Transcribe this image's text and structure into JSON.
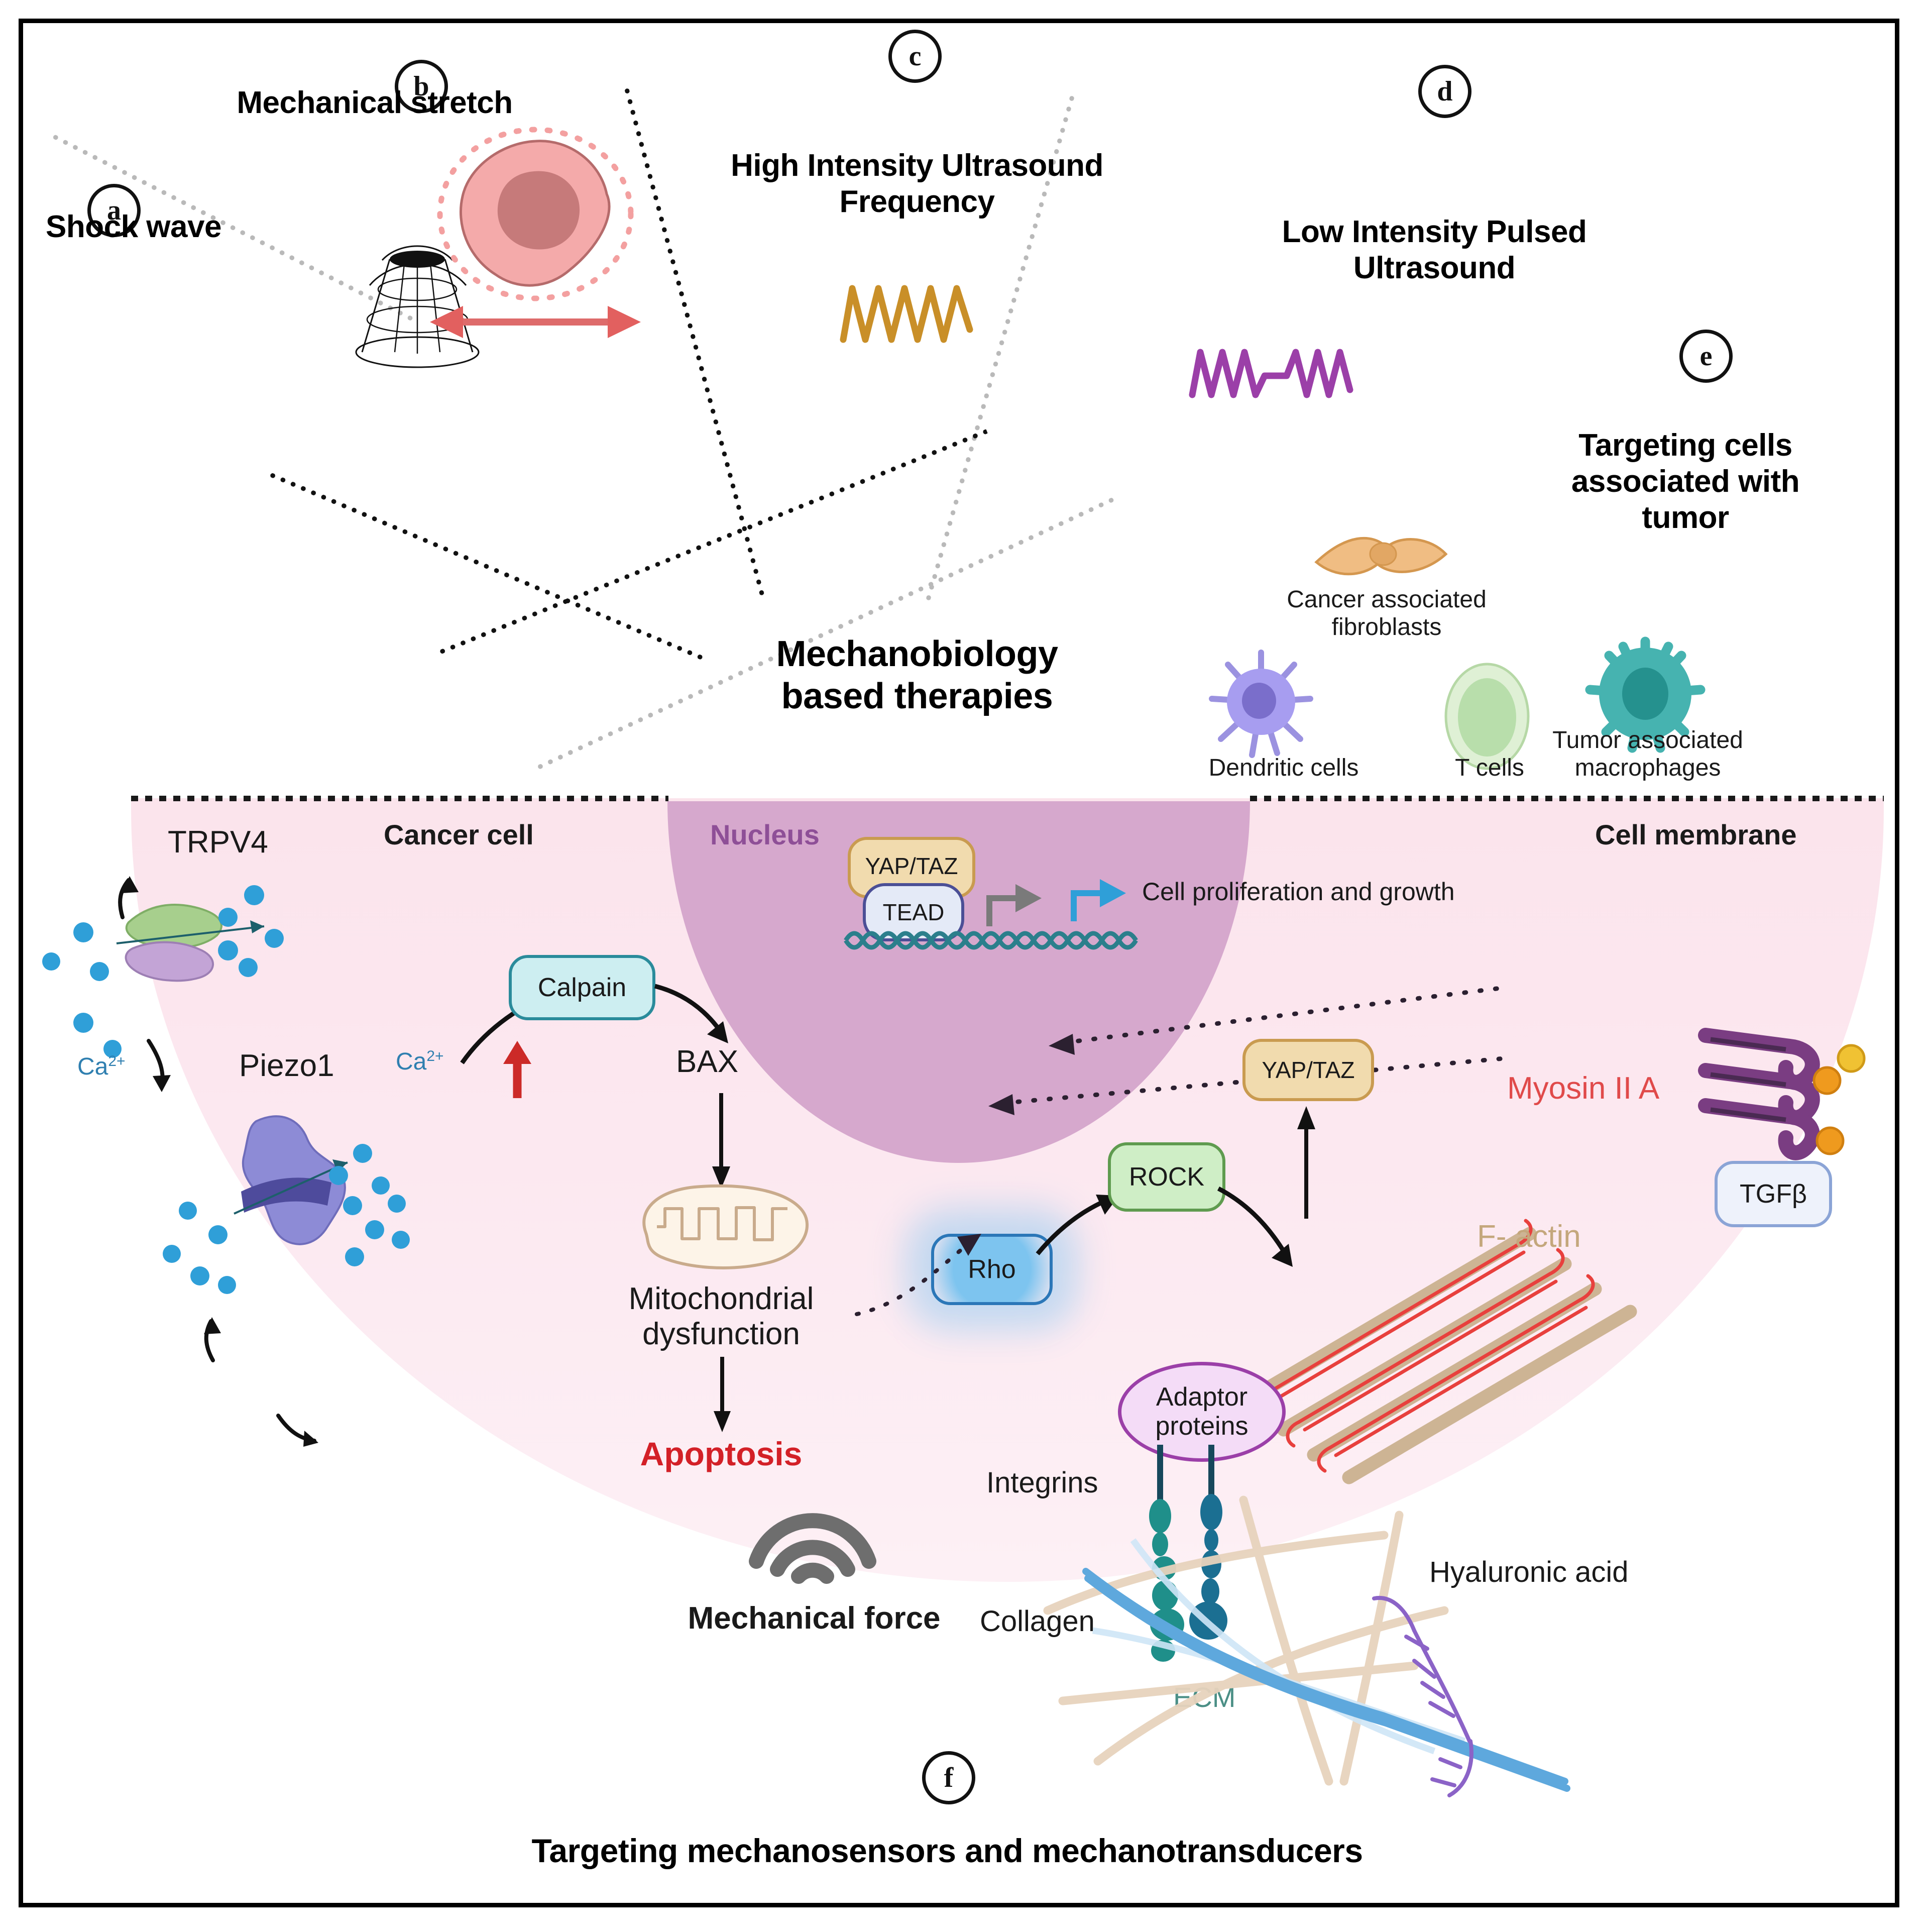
{
  "figure": {
    "panels": [
      {
        "key": "a",
        "label": "Shock wave",
        "icon": "shockwave-transducer-icon"
      },
      {
        "key": "b",
        "label": "Mechanical stretch",
        "icon": "stretched-cell-icon"
      },
      {
        "key": "c",
        "label": "High Intensity Ultrasound Frequency",
        "icon": "high-frequency-wave-icon"
      },
      {
        "key": "d",
        "label": "Low Intensity Pulsed Ultrasound",
        "icon": "pulsed-wave-icon"
      },
      {
        "key": "e",
        "label": "Targeting cells associated with tumor",
        "icon": "tumor-cells-icon"
      },
      {
        "key": "f",
        "label": "Targeting mechanosensors and mechanotransducers",
        "icon": "mechanosensor-icon"
      }
    ],
    "hub_title_line1": "Mechanobiology",
    "hub_title_line2": "based therapies"
  },
  "tumor_cells": [
    {
      "name": "Cancer associated fibroblasts",
      "color": "#e9a96a"
    },
    {
      "name": "Dendritic cells",
      "color": "#9b92e0"
    },
    {
      "name": "T cells",
      "color": "#a9d9a0"
    },
    {
      "name": "Tumor associated macrophages",
      "color": "#46b3b0"
    }
  ],
  "cell": {
    "cancer_cell_label": "Cancer cell",
    "nucleus_label": "Nucleus",
    "cell_membrane_label": "Cell membrane",
    "trpv4_label": "TRPV4",
    "piezo1_label": "Piezo1",
    "calcium_outside_label": "Ca2+",
    "calcium_inside_label": "Ca2+",
    "calpain_label": "Calpain",
    "bax_label": "BAX",
    "mito_line1": "Mitochondrial",
    "mito_line2": "dysfunction",
    "apoptosis_label": "Apoptosis",
    "rho_label": "Rho",
    "rock_label": "ROCK",
    "yap_taz_cytoplasm_label": "YAP/TAZ",
    "yap_taz_nucleus_label": "YAP/TAZ",
    "tead_label": "TEAD",
    "transcription_label": "Cell proliferation  and growth",
    "myosin_label": "Myosin II A",
    "factin_label": "F- actin",
    "tgfb_label": "TGFβ",
    "adaptor_line1": "Adaptor",
    "adaptor_line2": "proteins",
    "integrins_label": "Integrins",
    "collagen_label": "Collagen",
    "hyaluronic_label": "Hyaluronic acid",
    "ecm_label": "ECM",
    "mechanical_force_label": "Mechanical force"
  },
  "colors": {
    "cytoplasm": "#fce8f0",
    "nucleus": "#d6a8cd",
    "apoptosis_red": "#d32027",
    "myosin_red": "#e04a4a",
    "factin_tan": "#c4a77c",
    "ecm_teal": "#4b8f86",
    "calcium_blue": "#2f9fd8",
    "yap_taz_tan": "#f1dbae",
    "tead_blue": "#e4eaf7",
    "rho_blue": "#7dc4ef",
    "rock_green": "#cfeec6",
    "calpain_cyan": "#cdeef1",
    "adaptor_purple": "#f0d6f4",
    "tgfb_blue": "#eef2fb",
    "hiu_wave": "#c98f28",
    "lipus_wave": "#9b3fa8",
    "stretch_pink": "#f3a0a0",
    "mech_force_gray": "#6e6e6e",
    "nucleus_text": "#8e4f97",
    "dna_teal": "#2b7f8c",
    "arrow_gray": "#7a7a7a",
    "arrow_blue": "#2f9fd8"
  }
}
